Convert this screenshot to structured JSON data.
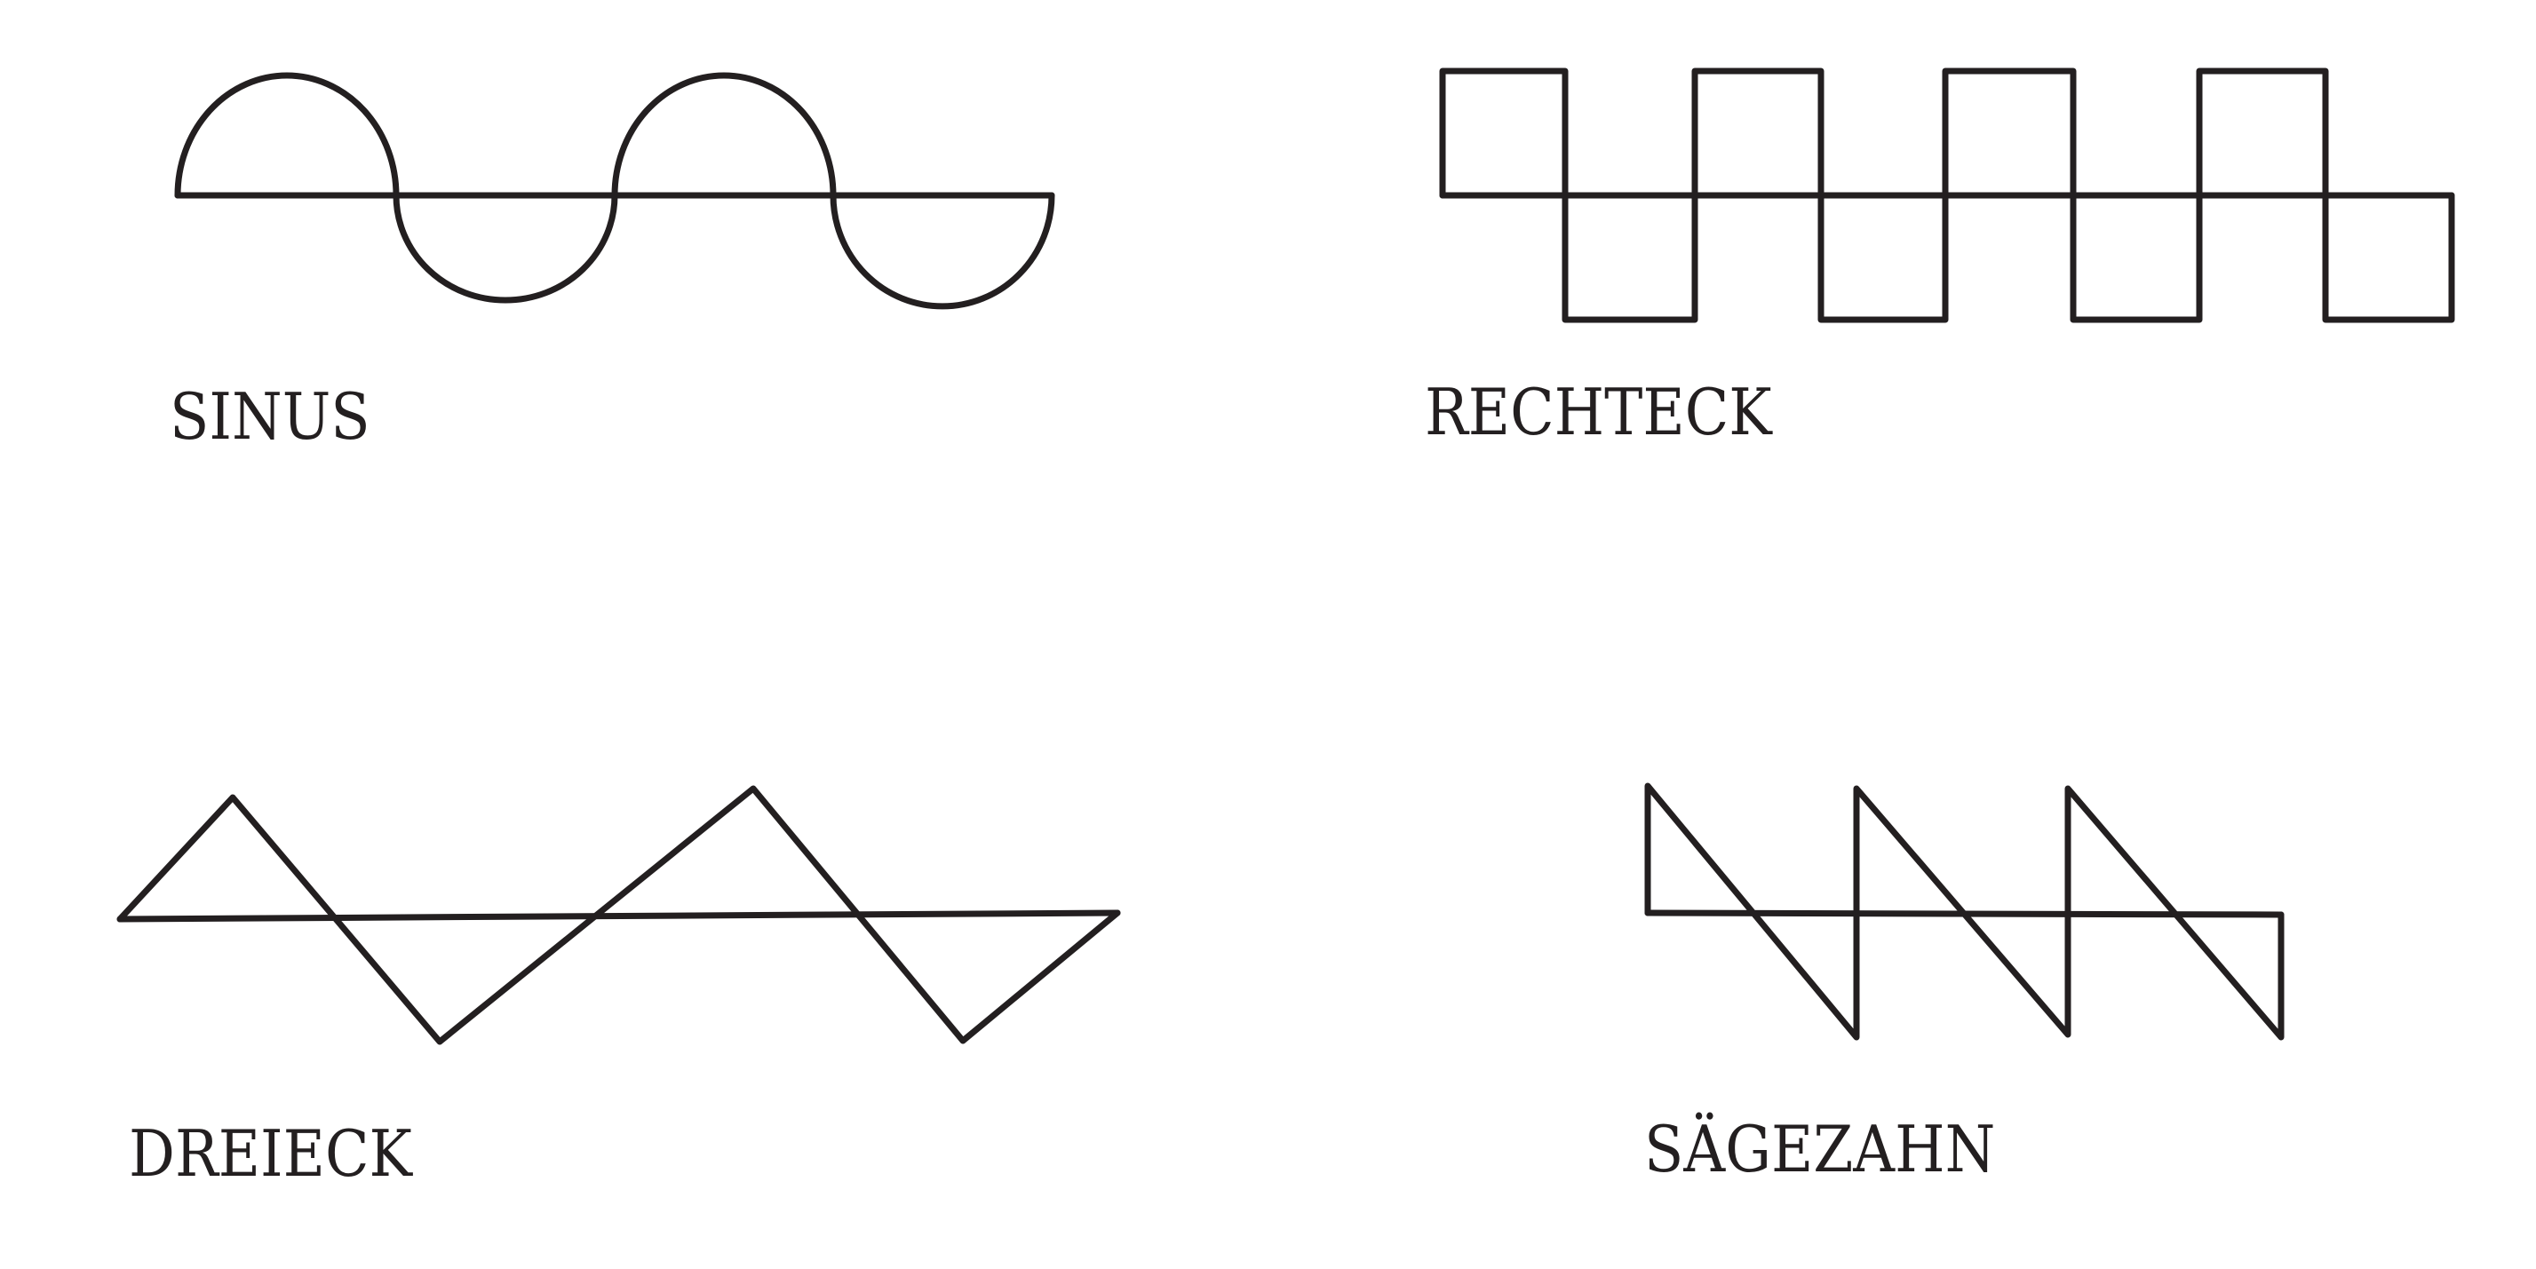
{
  "waveforms": {
    "sine": {
      "label": "SINUS"
    },
    "square": {
      "label": "RECHTECK"
    },
    "triangle": {
      "label": "DREIECK"
    },
    "sawtooth": {
      "label": "SÄGEZAHN"
    }
  },
  "colors": {
    "line": "#231f20",
    "background": "#ffffff"
  }
}
